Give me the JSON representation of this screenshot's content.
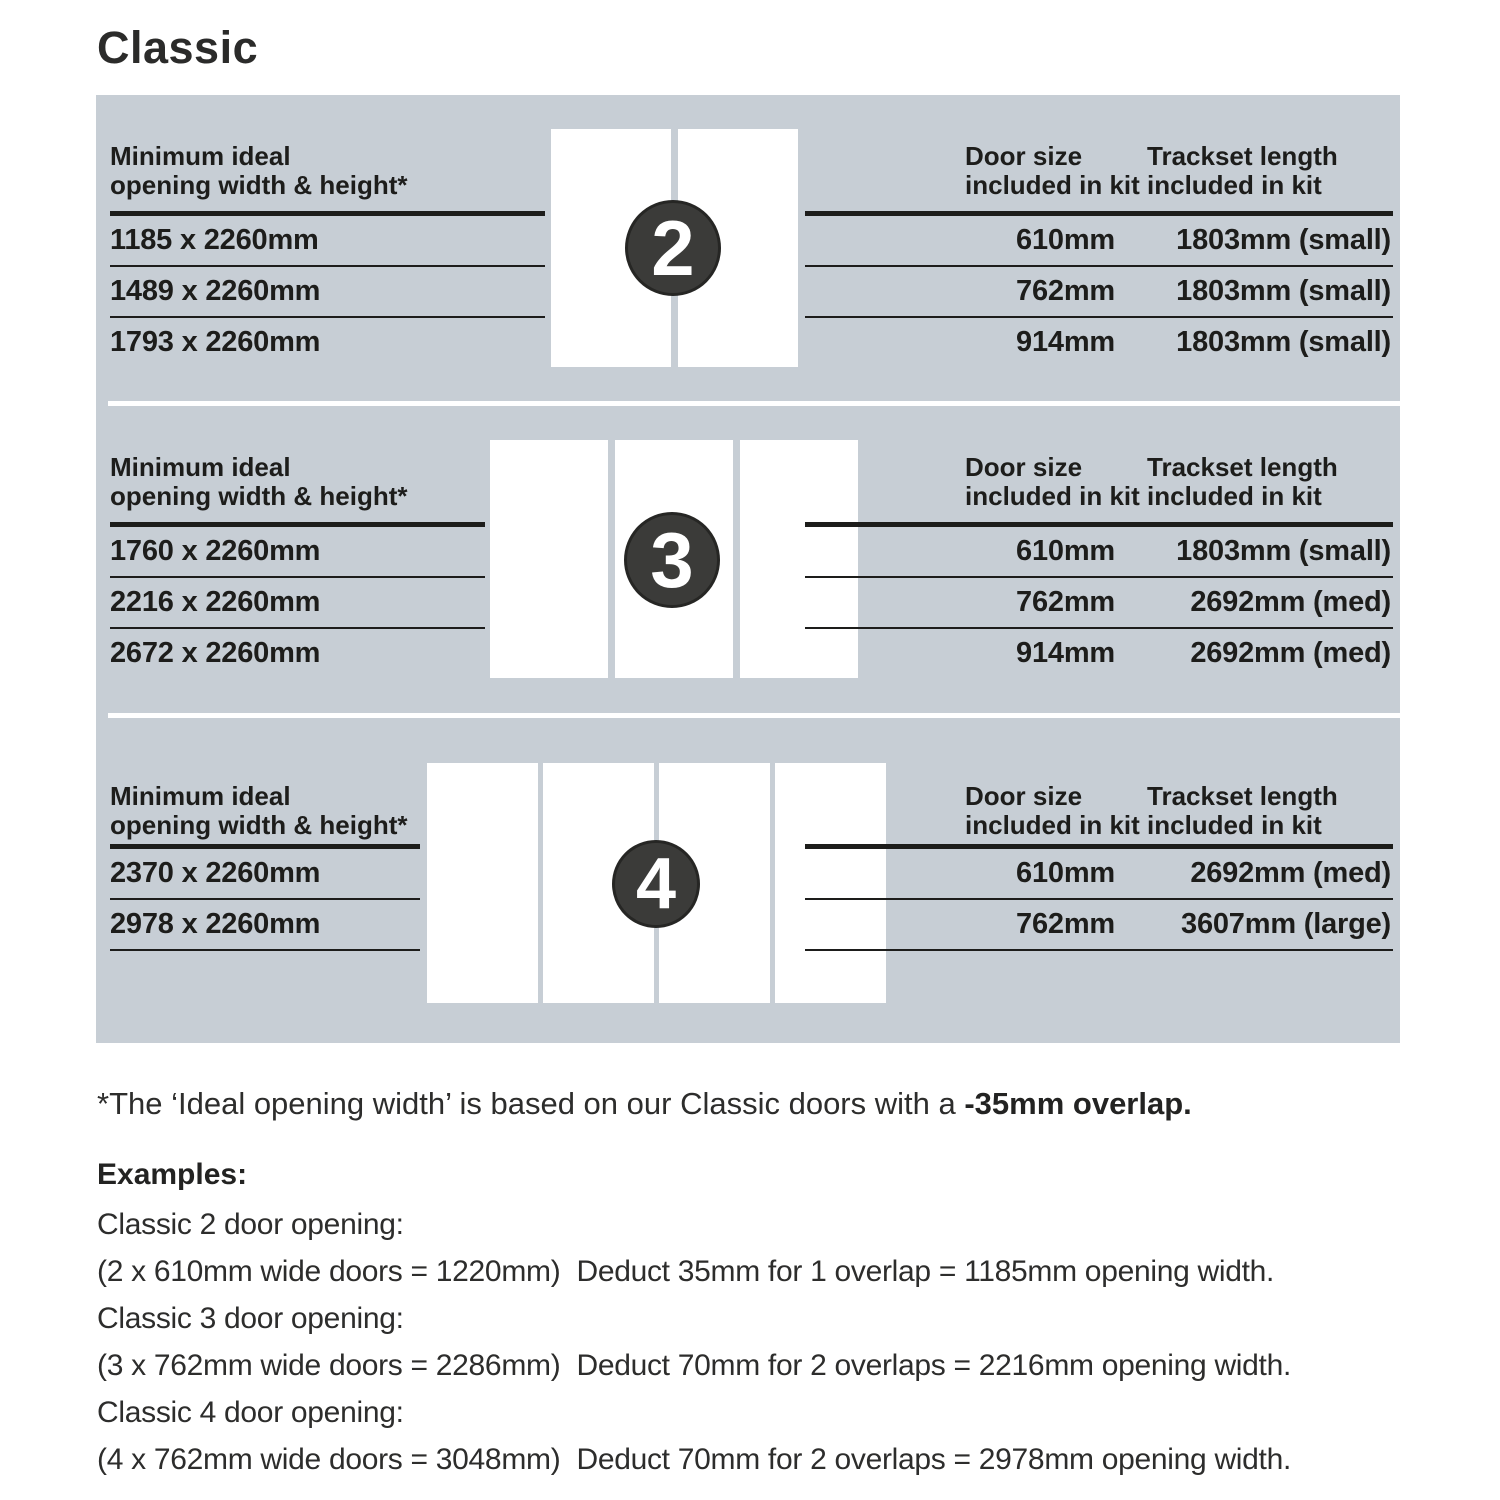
{
  "title": "Classic",
  "colors": {
    "panel_bg": "#c7ced5",
    "badge_bg": "#3b3b39",
    "rule": "#1d1d1b",
    "text": "#1d1d1b"
  },
  "shared": {
    "left_header": [
      "Minimum ideal",
      "opening width & height*"
    ],
    "door_header": [
      "Door size",
      "included in kit"
    ],
    "track_header": [
      "Trackset length",
      "included in kit"
    ]
  },
  "panels": [
    {
      "badge": "2",
      "rows": [
        {
          "opening": "1185 x 2260mm",
          "door": "610mm",
          "track": "1803mm (small)"
        },
        {
          "opening": "1489 x 2260mm",
          "door": "762mm",
          "track": "1803mm (small)"
        },
        {
          "opening": "1793 x 2260mm",
          "door": "914mm",
          "track": "1803mm (small)"
        }
      ]
    },
    {
      "badge": "3",
      "rows": [
        {
          "opening": "1760 x 2260mm",
          "door": "610mm",
          "track": "1803mm (small)"
        },
        {
          "opening": "2216 x 2260mm",
          "door": "762mm",
          "track": "2692mm (med)"
        },
        {
          "opening": "2672 x 2260mm",
          "door": "914mm",
          "track": "2692mm (med)"
        }
      ]
    },
    {
      "badge": "4",
      "rows": [
        {
          "opening": "2370 x 2260mm",
          "door": "610mm",
          "track": "2692mm (med)"
        },
        {
          "opening": "2978 x 2260mm",
          "door": "762mm",
          "track": "3607mm (large)"
        }
      ]
    }
  ],
  "footnote": {
    "regular": "*The ‘Ideal opening width’ is based on our Classic doors with a ",
    "bold": "-35mm overlap."
  },
  "examples": {
    "heading": "Examples:",
    "lines": [
      "Classic 2 door opening:",
      "(2 x 610mm wide doors = 1220mm)  Deduct 35mm for 1 overlap = 1185mm opening width.",
      "Classic 3 door opening:",
      "(3 x 762mm wide doors = 2286mm)  Deduct 70mm for 2 overlaps = 2216mm opening width.",
      "Classic 4 door opening:",
      "(4 x 762mm wide doors = 3048mm)  Deduct 70mm for 2 overlaps = 2978mm opening width."
    ]
  }
}
